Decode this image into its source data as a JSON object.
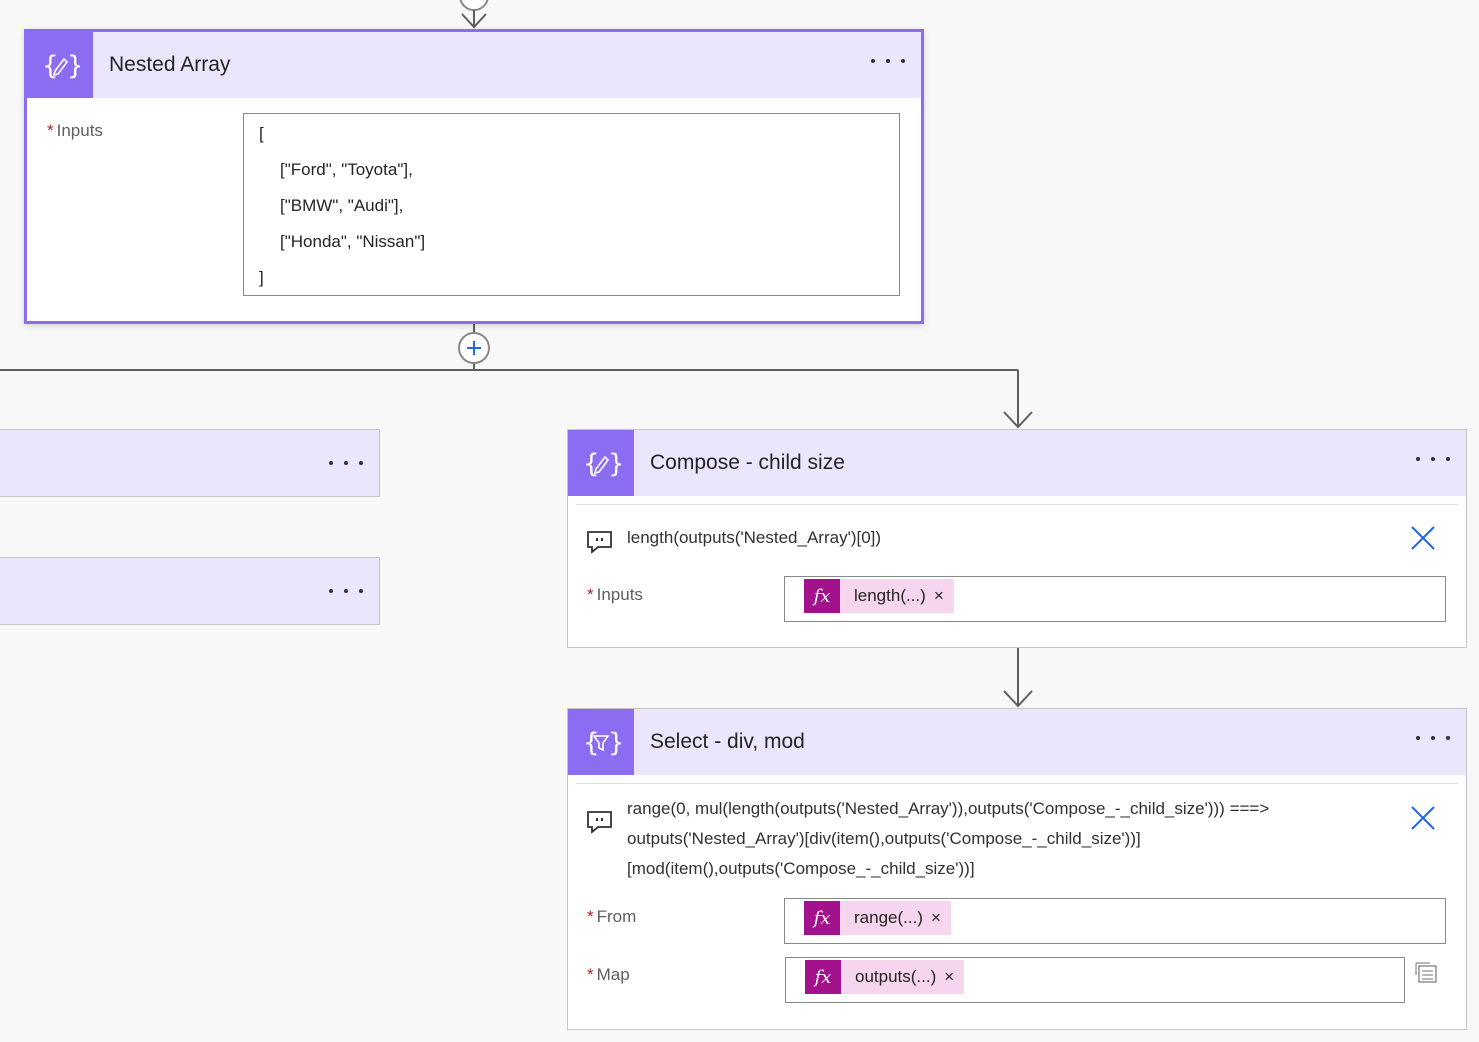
{
  "nested_array": {
    "title": "Nested Array",
    "inputs_label": "Inputs",
    "input_lines": [
      "[",
      "[\"Ford\", \"Toyota\"],",
      "[\"BMW\", \"Audi\"],",
      "[\"Honda\", \"Nissan\"]",
      "]"
    ]
  },
  "compose_child_size": {
    "title": "Compose - child size",
    "comment": "length(outputs('Nested_Array')[0])",
    "inputs_label": "Inputs",
    "inputs_token": "length(...)"
  },
  "select_div_mod": {
    "title": "Select - div, mod",
    "comment_lines": [
      "range(0, mul(length(outputs('Nested_Array')),outputs('Compose_-_child_size'))) ===>",
      "outputs('Nested_Array')[div(item(),outputs('Compose_-_child_size'))]",
      "[mod(item(),outputs('Compose_-_child_size'))]"
    ],
    "from_label": "From",
    "from_token": "range(...)",
    "map_label": "Map",
    "map_token": "outputs(...)"
  },
  "token_x": "×",
  "fx_label": "fx",
  "colors": {
    "card_header": "#ece6fc",
    "icon_bg": "#8c6cf1",
    "selected_border": "#8c6cf1",
    "token_bg": "#f5d6ee",
    "fx_bg": "#a4118c",
    "close_blue": "#2266e3"
  },
  "icons": [
    "compose-icon",
    "select-icon",
    "comment-icon",
    "close-icon",
    "plus-icon",
    "more-options-icon",
    "switch-mode-icon"
  ]
}
